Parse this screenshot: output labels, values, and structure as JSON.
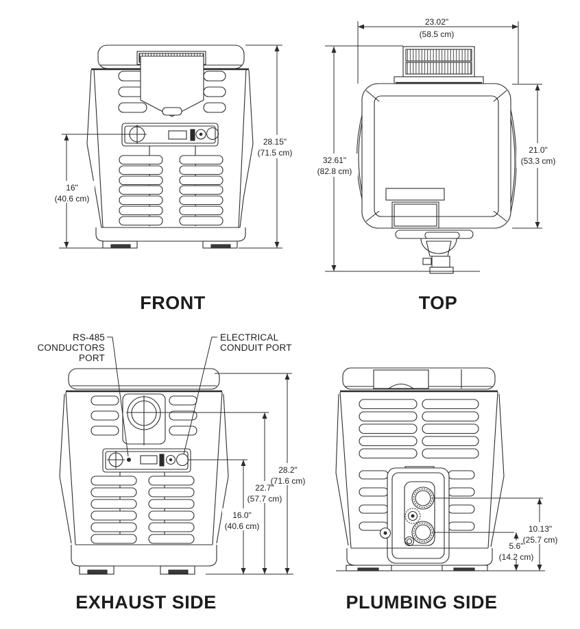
{
  "page": {
    "background": "#ffffff",
    "line_color": "#2b2b2b"
  },
  "views": {
    "front": {
      "title": "FRONT",
      "dims": {
        "overall_height": {
          "in": "28.15\"",
          "cm": "(71.5 cm)"
        },
        "panel_height": {
          "in": "16\"",
          "cm": "(40.6 cm)"
        }
      }
    },
    "top": {
      "title": "TOP",
      "dims": {
        "width": {
          "in": "23.02\"",
          "cm": "(58.5 cm)"
        },
        "overall_depth": {
          "in": "32.61\"",
          "cm": "(82.8 cm)"
        },
        "body_depth": {
          "in": "21.0\"",
          "cm": "(53.3 cm)"
        }
      }
    },
    "exhaust_side": {
      "title": "EXHAUST SIDE",
      "callouts": {
        "rs485": [
          "RS-485",
          "CONDUCTORS",
          "PORT"
        ],
        "conduit": [
          "ELECTRICAL",
          "CONDUIT PORT"
        ]
      },
      "dims": {
        "overall_height": {
          "in": "28.2\"",
          "cm": "(71.6 cm)"
        },
        "vent_center_height": {
          "in": "22.7\"",
          "cm": "(57.7 cm)"
        },
        "panel_center_height": {
          "in": "16.0\"",
          "cm": "(40.6 cm)"
        }
      }
    },
    "plumbing_side": {
      "title": "PLUMBING SIDE",
      "dims": {
        "upper_port_height": {
          "in": "10.13\"",
          "cm": "(25.7 cm)"
        },
        "lower_port_height": {
          "in": "5.6\"",
          "cm": "(14.2 cm)"
        }
      }
    }
  }
}
